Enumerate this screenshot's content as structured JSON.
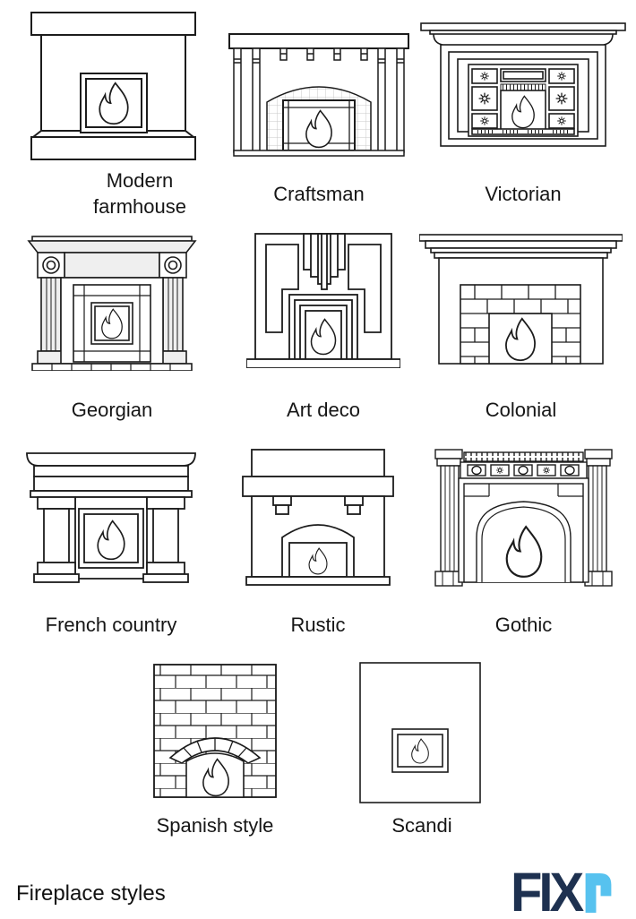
{
  "page": {
    "caption": "Fireplace styles"
  },
  "logo": {
    "name": "Fixr",
    "text": "FIX",
    "glyph": "r",
    "color_dark": "#1e3150",
    "color_accent": "#57c2ef"
  },
  "styles": [
    {
      "id": "modern-farmhouse",
      "label": "Modern farmhouse"
    },
    {
      "id": "craftsman",
      "label": "Craftsman"
    },
    {
      "id": "victorian",
      "label": "Victorian"
    },
    {
      "id": "georgian",
      "label": "Georgian"
    },
    {
      "id": "art-deco",
      "label": "Art deco"
    },
    {
      "id": "colonial",
      "label": "Colonial"
    },
    {
      "id": "french-country",
      "label": "French country"
    },
    {
      "id": "rustic",
      "label": "Rustic"
    },
    {
      "id": "gothic",
      "label": "Gothic"
    },
    {
      "id": "spanish-style",
      "label": "Spanish style"
    },
    {
      "id": "scandi",
      "label": "Scandi"
    }
  ]
}
